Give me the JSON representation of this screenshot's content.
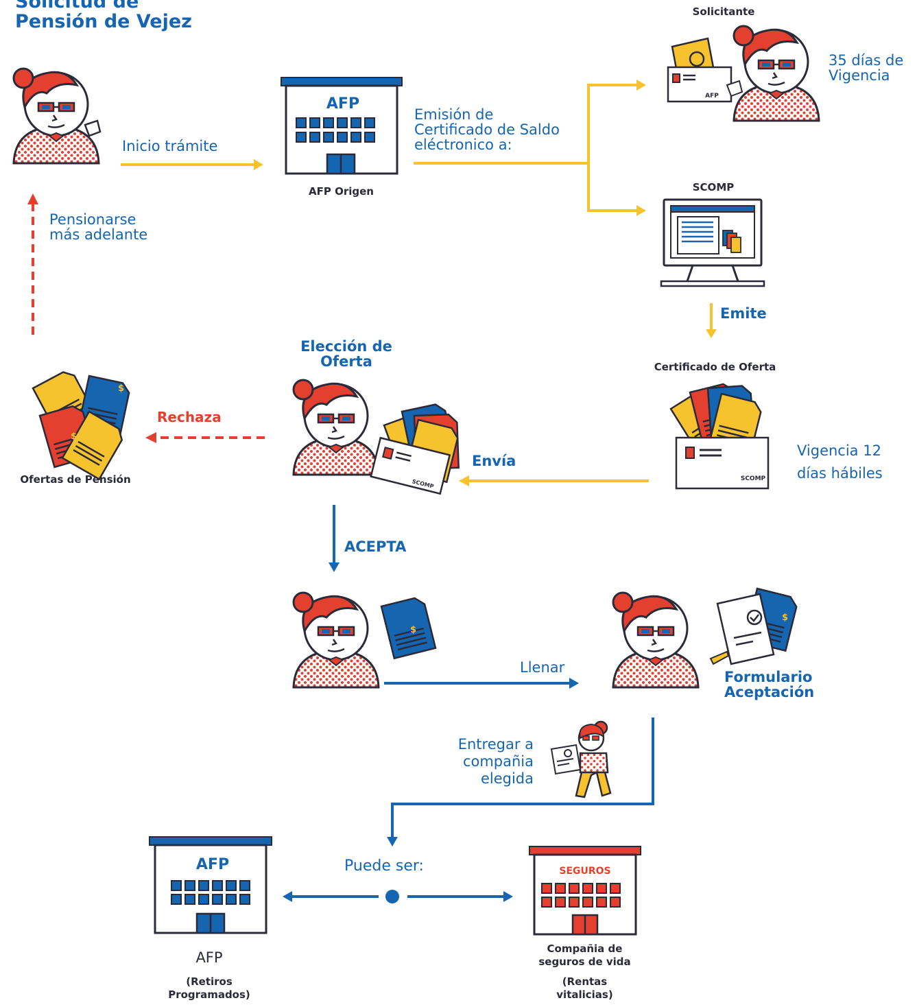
{
  "title_line1": "Solicitud de",
  "title_line2": "Pensión de Vejez",
  "labels": {
    "inicio_tramite": "Inicio trámite",
    "afp_origen": "AFP Origen",
    "afp_building": "AFP",
    "emision_1": "Emisión de",
    "emision_2": "Certificado de Saldo",
    "emision_3": "eléctronico a:",
    "solicitante": "Solicitante",
    "vigencia35_1": "35 días de",
    "vigencia35_2": "Vigencia",
    "scomp": "SCOMP",
    "emite": "Emite",
    "pensionarse_1": "Pensionarse",
    "pensionarse_2": "más adelante",
    "eleccion_1": "Elección de",
    "eleccion_2": "Oferta",
    "certificado_oferta": "Certificado de Oferta",
    "rechaza": "Rechaza",
    "ofertas_pension": "Ofertas de Pensión",
    "envia": "Envía",
    "vigencia12_1": "Vigencia 12",
    "vigencia12_2": "días hábiles",
    "acepta": "ACEPTA",
    "llenar": "Llenar",
    "formulario_1": "Formulario",
    "formulario_2": "Aceptación",
    "entregar_1": "Entregar a",
    "entregar_2": "compañia",
    "entregar_3": "elegida",
    "puede_ser": "Puede ser:",
    "afp_final": "AFP",
    "retiros_1": "(Retiros",
    "retiros_2": "Programados)",
    "seguros_building": "SEGUROS",
    "compania_1": "Compañia de",
    "compania_2": "seguros de vida",
    "rentas_1": "(Rentas",
    "rentas_2": "vitalicias)",
    "afp_small": "AFP",
    "scomp_small": "SCOMP",
    "dollar": "$"
  },
  "colors": {
    "blue": "#1565b0",
    "red": "#e4402f",
    "yellow": "#f6c22e",
    "dark": "#2a2a38"
  }
}
